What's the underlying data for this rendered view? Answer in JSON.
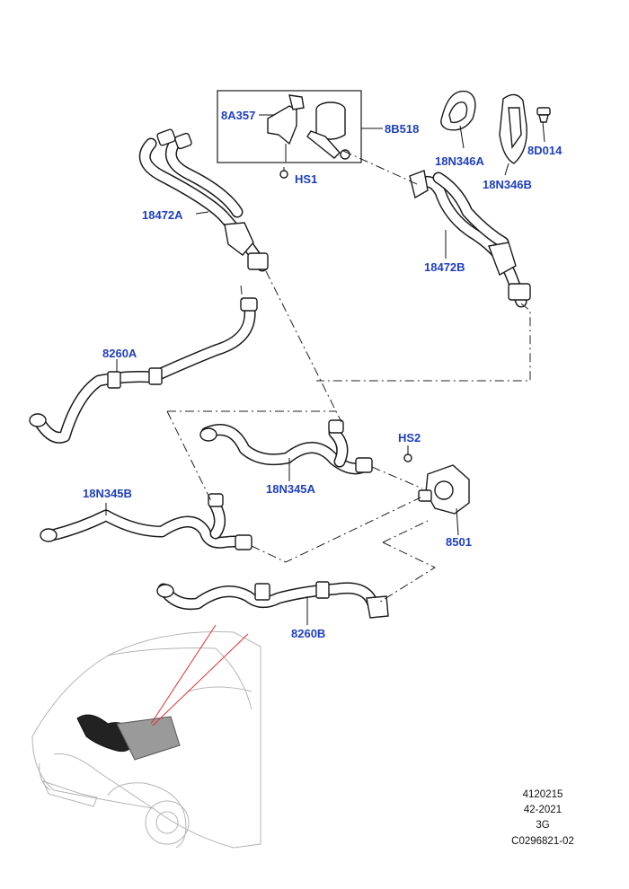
{
  "labels": {
    "p8A357": "8A357",
    "p8B518": "8B518",
    "pHS1": "HS1",
    "p18N346A": "18N346A",
    "p18N346B": "18N346B",
    "p8D014": "8D014",
    "p18472A": "18472A",
    "p18472B": "18472B",
    "p8260A": "8260A",
    "pHS2": "HS2",
    "p18N345A": "18N345A",
    "p18N345B": "18N345B",
    "p8501": "8501",
    "p8260B": "8260B"
  },
  "meta": {
    "line1": "4120215",
    "line2": "42-2021",
    "line3": "3G",
    "line4": "C0296821-02"
  },
  "colors": {
    "callout": "#1f3fbf",
    "line": "#1a1a1a",
    "pointer": "#e03030"
  }
}
